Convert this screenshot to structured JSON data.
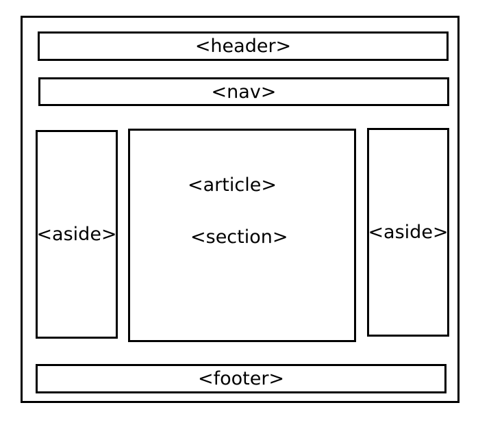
{
  "diagram": {
    "header": {
      "label": "<header>"
    },
    "nav": {
      "label": "<nav>"
    },
    "aside_left": {
      "label": "<aside>"
    },
    "main": {
      "article_label": "<article>",
      "section_label": "<section>"
    },
    "aside_right": {
      "label": "<aside>"
    },
    "footer": {
      "label": "<footer>"
    }
  }
}
